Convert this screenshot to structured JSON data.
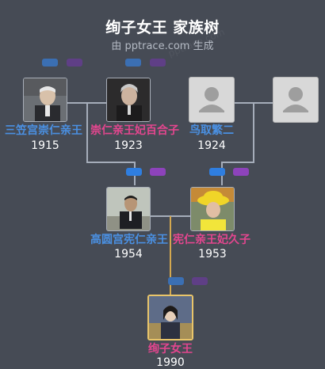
{
  "header": {
    "title": "绚子女王 家族树",
    "subtitle": "由 pptrace.com 生成",
    "watermark": "pptrace.com"
  },
  "people": {
    "mikasa": {
      "name": "三笠宫崇仁亲王",
      "year": "1915",
      "gender": "male"
    },
    "yuriko": {
      "name": "崇仁亲王妃百合子",
      "year": "1923",
      "gender": "female"
    },
    "tottori": {
      "name": "鸟取繁二",
      "year": "1924",
      "gender": "male"
    },
    "takamado": {
      "name": "高圆宫宪仁亲王",
      "year": "1954",
      "gender": "male"
    },
    "hisako": {
      "name": "宪仁亲王妃久子",
      "year": "1953",
      "gender": "female"
    },
    "ayako": {
      "name": "绚子女王",
      "year": "1990",
      "gender": "female"
    }
  },
  "colors": {
    "male": "#4a90e2",
    "female": "#e4468f",
    "background": "#464b55",
    "focus_border": "#e9c56a",
    "connector": "#a5adba"
  }
}
